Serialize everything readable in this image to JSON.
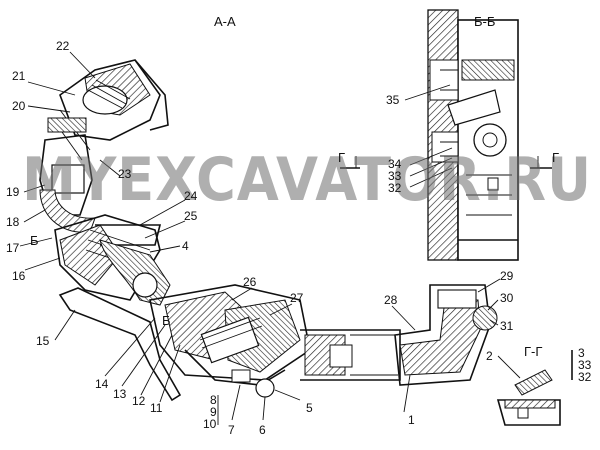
{
  "section_titles": {
    "aa": "А-А",
    "bb": "Б-Б",
    "gg": "Г-Г"
  },
  "section_marks": {
    "g_left": "Г",
    "g_right": "Г",
    "b_left": "Б",
    "b_right": "Б"
  },
  "watermark": "MYEXCAVATOR.RU",
  "callouts": {
    "n1": "1",
    "n2": "2",
    "n3": "3",
    "n4": "4",
    "n5": "5",
    "n6": "6",
    "n7": "7",
    "n8": "8",
    "n9": "9",
    "n10": "10",
    "n11": "11",
    "n12": "12",
    "n13": "13",
    "n14": "14",
    "n15": "15",
    "n16": "16",
    "n17": "17",
    "n18": "18",
    "n19": "19",
    "n20": "20",
    "n21": "21",
    "n22": "22",
    "n23": "23",
    "n24": "24",
    "n25": "25",
    "n26": "26",
    "n27": "27",
    "n28": "28",
    "n29": "29",
    "n30": "30",
    "n31": "31",
    "n32": "32",
    "n33": "33",
    "n34": "34",
    "n35": "35",
    "gg3": "3",
    "gg33": "33",
    "gg32": "32"
  }
}
